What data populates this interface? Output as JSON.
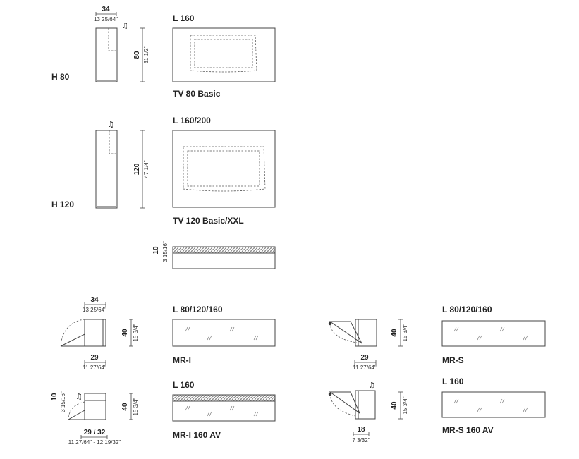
{
  "upper": {
    "h80": {
      "height_label": "H 80",
      "side_width": "34",
      "side_width_in": "13 25/64\"",
      "side_height": "80",
      "side_height_in": "31 1/2\"",
      "length_label": "L 160",
      "model_name": "TV 80 Basic"
    },
    "h120": {
      "height_label": "H 120",
      "side_height": "120",
      "side_height_in": "47 1/4\"",
      "length_label": "L 160/200",
      "model_name": "TV 120 Basic/XXL"
    },
    "shelf": {
      "thickness": "10",
      "thickness_in": "3 15/16\""
    }
  },
  "lower": {
    "mr_i": {
      "depth_top": "34",
      "depth_top_in": "13 25/64\"",
      "height": "40",
      "height_in": "15 3/4\"",
      "depth_bottom": "29",
      "depth_bottom_in": "11 27/64\"",
      "length_label": "L 80/120/160",
      "model_name": "MR-I"
    },
    "mr_s": {
      "height": "40",
      "height_in": "15 3/4\"",
      "depth_bottom": "29",
      "depth_bottom_in": "11 27/64\"",
      "length_label": "L 80/120/160",
      "model_name": "MR-S"
    },
    "mr_i_av": {
      "top_thickness": "10",
      "top_thickness_in": "3 15/16\"",
      "height": "40",
      "height_in": "15 3/4\"",
      "depth_bottom": "29 / 32",
      "depth_bottom_in": "11 27/64\" - 12 19/32\"",
      "length_label": "L 160",
      "model_name": "MR-I 160 AV"
    },
    "mr_s_av": {
      "height": "40",
      "height_in": "15 3/4\"",
      "depth_bottom": "18",
      "depth_bottom_in": "7 3/32\"",
      "length_label": "L 160",
      "model_name": "MR-S 160 AV"
    }
  }
}
